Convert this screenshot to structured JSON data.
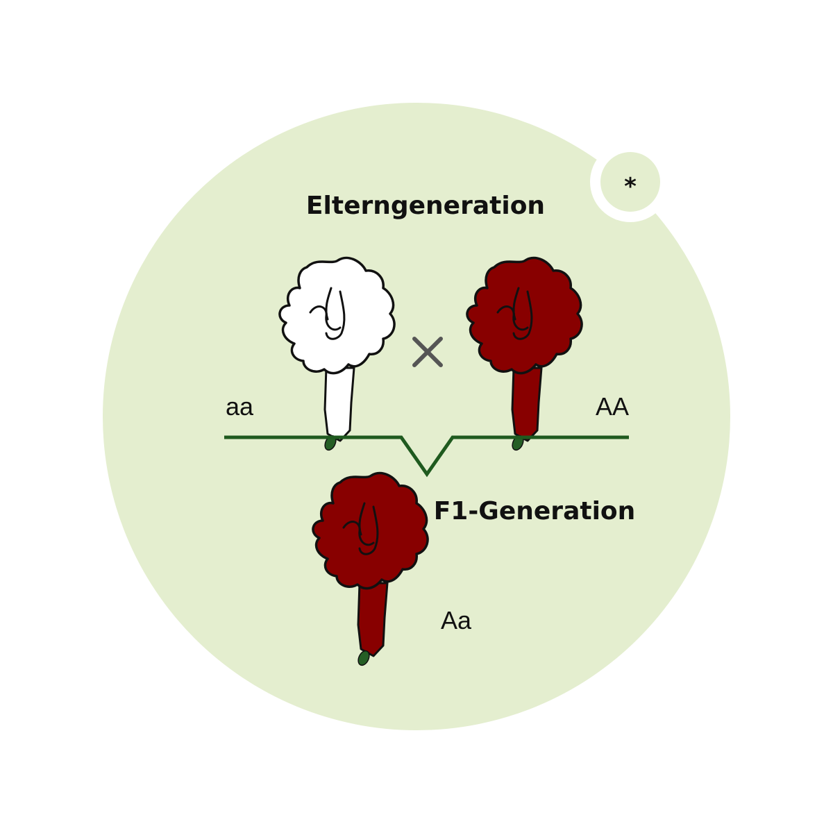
{
  "parent_generation": {
    "heading": "Elterngeneration",
    "left_parent": {
      "genotype": "aa",
      "flower_color": "#ffffff"
    },
    "cross_symbol": "×",
    "right_parent": {
      "genotype": "AA",
      "flower_color": "#880000"
    }
  },
  "f1_generation": {
    "heading": "F1-Generation",
    "offspring": {
      "genotype": "Aa",
      "flower_color": "#880000"
    }
  },
  "badge": {
    "symbol": "*"
  },
  "colors": {
    "background_circle": "#e4eecf",
    "connector_line": "#1f5a1f",
    "stem_tip": "#255e25",
    "outline": "#111111",
    "cross": "#555555"
  }
}
